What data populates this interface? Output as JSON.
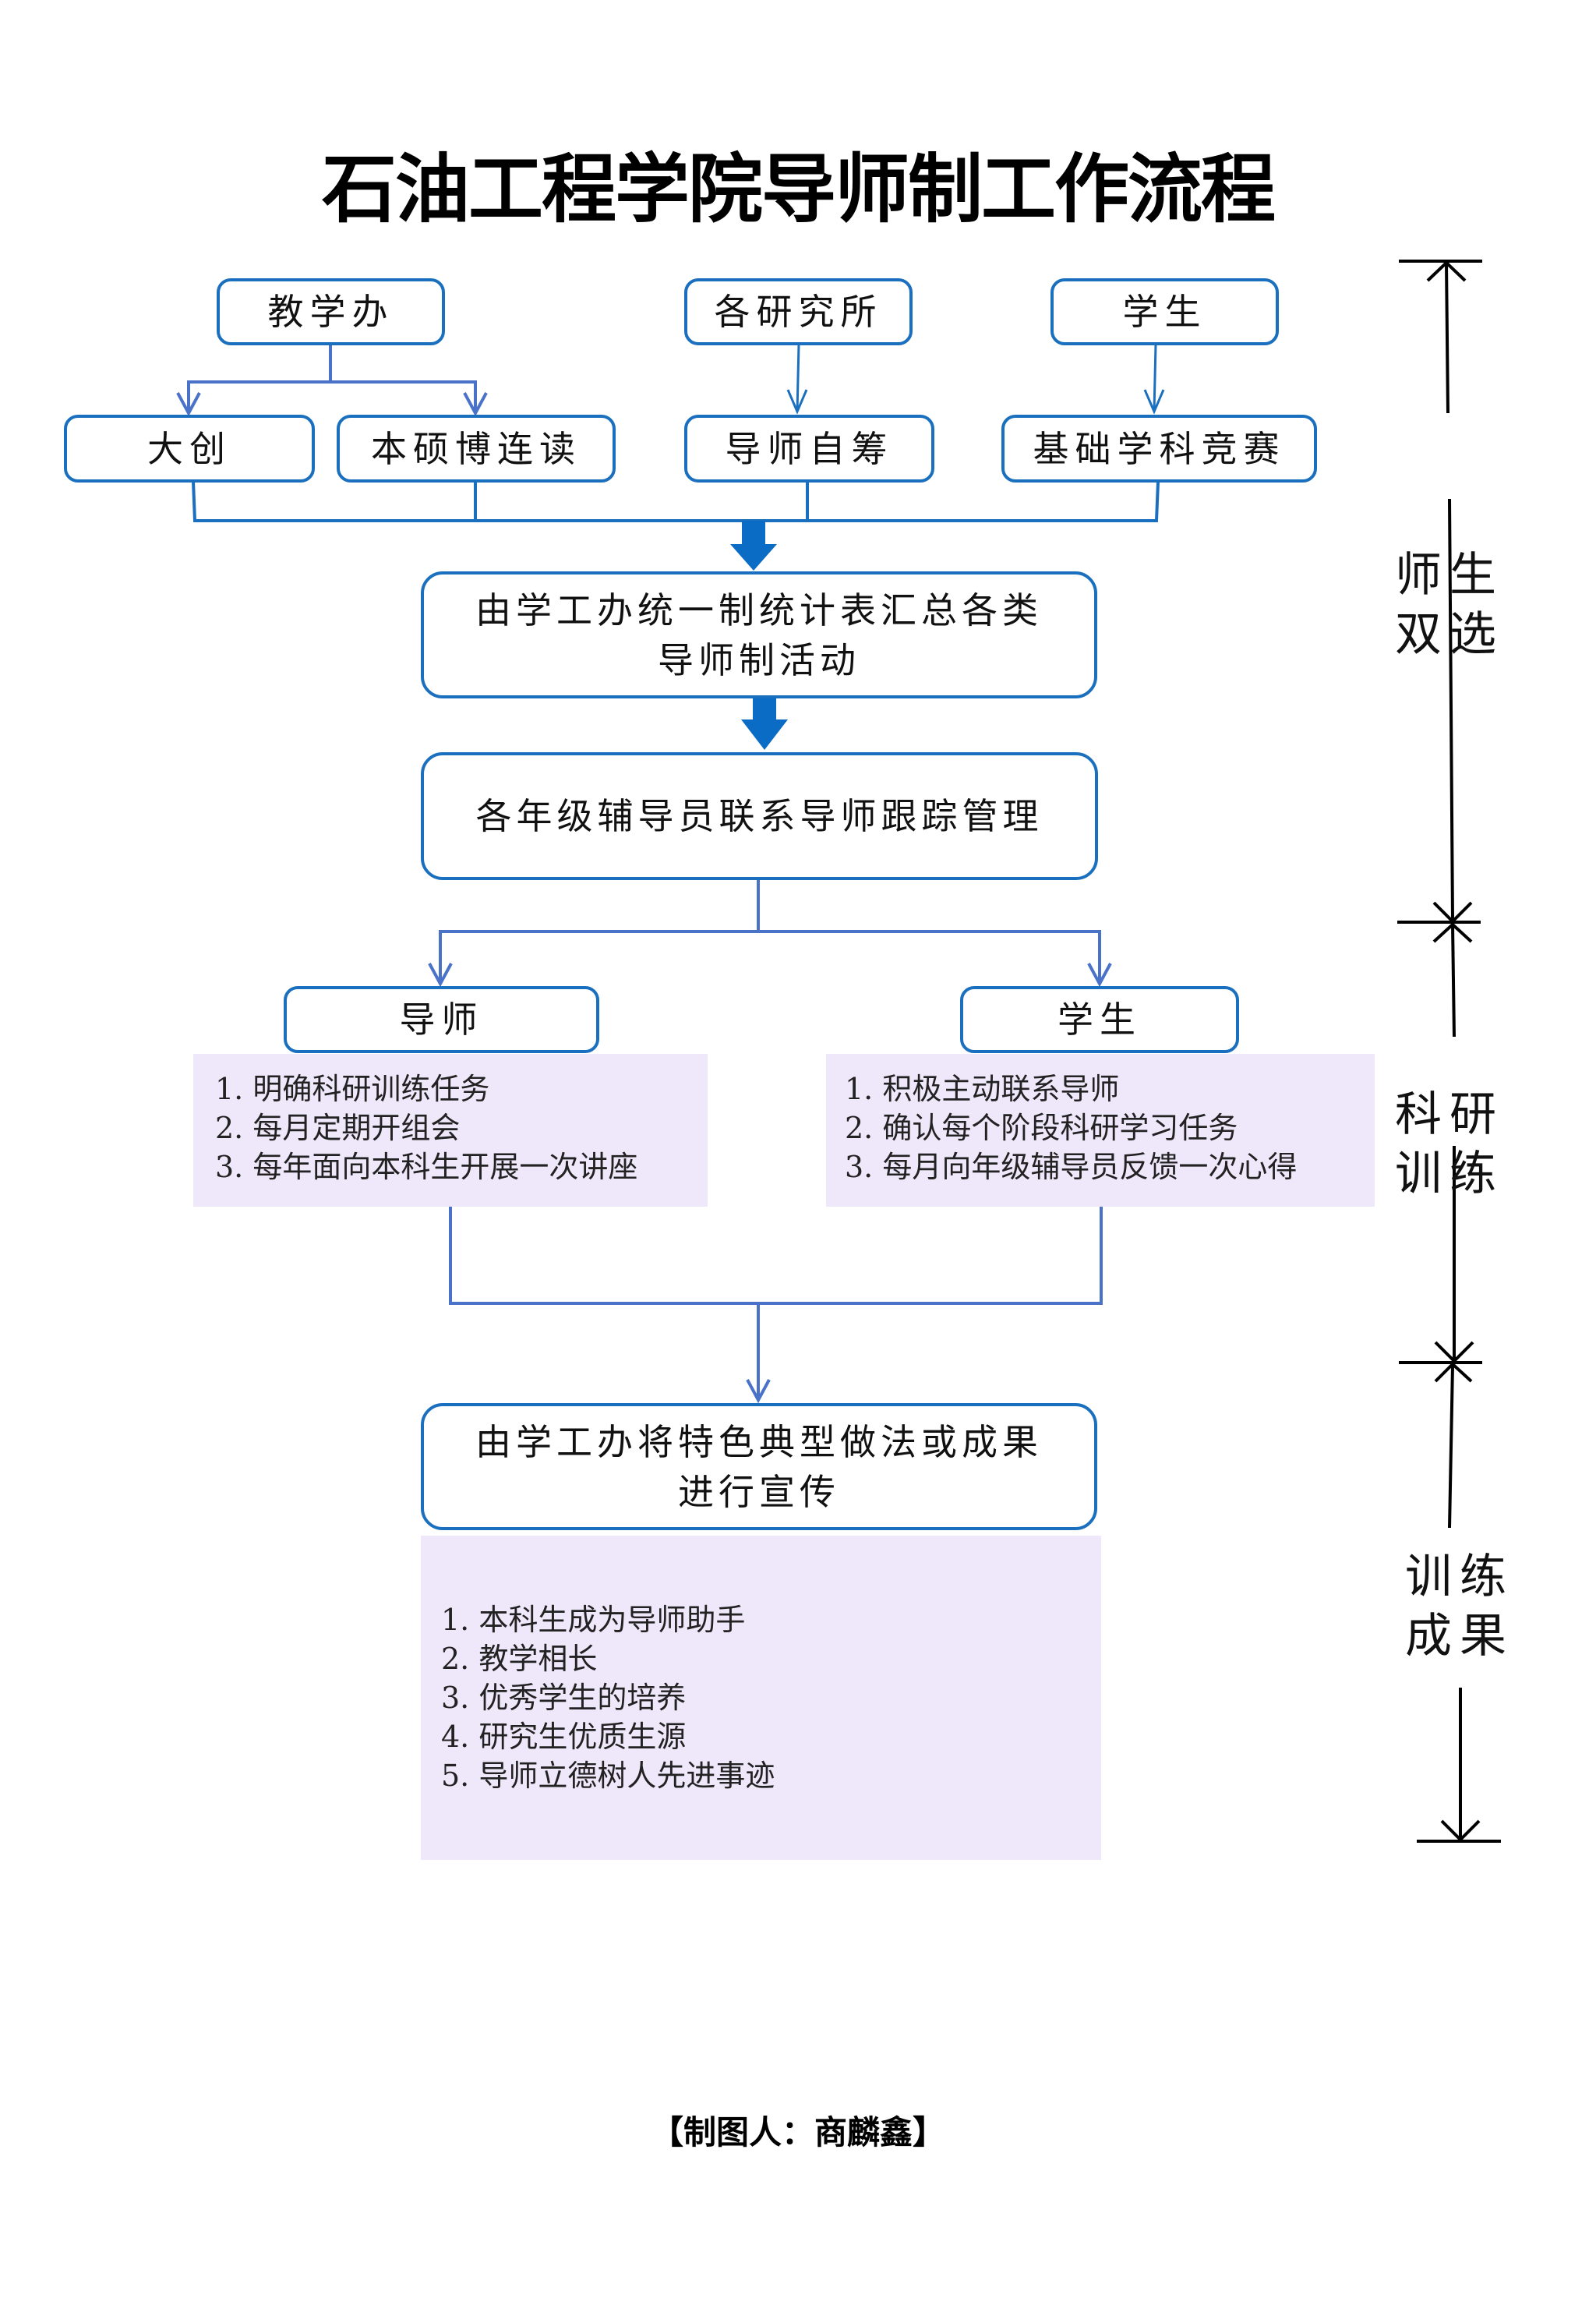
{
  "title": "石油工程学院导师制工作流程",
  "colors": {
    "box_border": "#1a6fbf",
    "thin_connector": "#4a72c8",
    "thick_arrow": "#0b6cc6",
    "panel_fill": "#efe8fb",
    "bracket": "#000000"
  },
  "sources": [
    {
      "label": "教学办"
    },
    {
      "label": "各研究所"
    },
    {
      "label": "学生"
    }
  ],
  "activities": [
    {
      "label": "大创"
    },
    {
      "label": "本硕博连读"
    },
    {
      "label": "导师自筹"
    },
    {
      "label": "基础学科竞赛"
    }
  ],
  "step_summary": {
    "line1": "由学工办统一制统计表汇总各类",
    "line2": "导师制活动"
  },
  "step_track": {
    "label": "各年级辅导员联系导师跟踪管理"
  },
  "roles": {
    "mentor": {
      "label": "导师",
      "tasks": [
        "1. 明确科研训练任务",
        "2. 每月定期开组会",
        "3. 每年面向本科生开展一次讲座"
      ]
    },
    "student": {
      "label": "学生",
      "tasks": [
        "1. 积极主动联系导师",
        "2. 确认每个阶段科研学习任务",
        "3. 每月向年级辅导员反馈一次心得"
      ]
    }
  },
  "step_publicize": {
    "line1": "由学工办将特色典型做法或成果",
    "line2": "进行宣传"
  },
  "outcomes": [
    "1. 本科生成为导师助手",
    "2. 教学相长",
    "3. 优秀学生的培养",
    "4. 研究生优质生源",
    "5. 导师立德树人先进事迹"
  ],
  "phases": [
    {
      "line1": "师生",
      "line2": "双选"
    },
    {
      "line1": "科研",
      "line2": "训练"
    },
    {
      "line1": "训练",
      "line2": "成果"
    }
  ],
  "footer": "【制图人：商麟鑫】"
}
